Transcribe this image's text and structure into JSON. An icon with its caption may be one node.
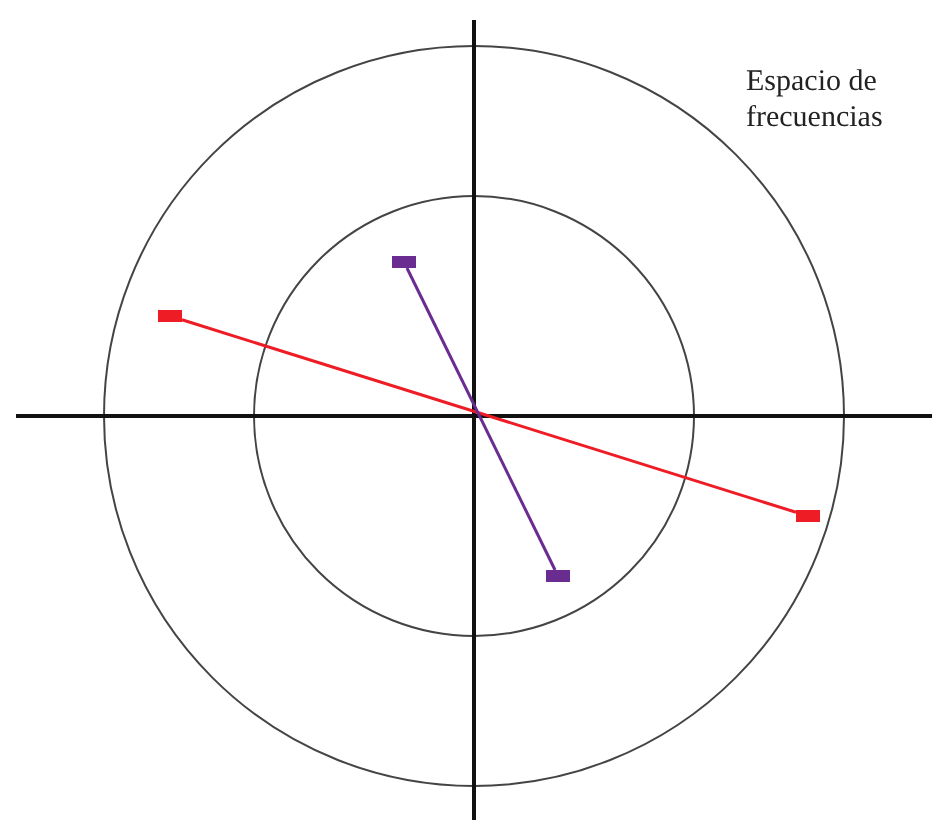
{
  "diagram": {
    "nodes": [
      {
        "text": [],
        "shape": "bar"
      },
      {
        "text": [],
        "shape": "bar"
      },
      {
        "text": [],
        "shape": "bar"
      },
      {
        "text": [],
        "shape": "bar"
      }
    ],
    "edges": [
      {
        "from": 0,
        "to": 3,
        "arrow": "none",
        "color": "#ee1c25"
      },
      {
        "from": 1,
        "to": 2,
        "arrow": "none",
        "color": "#6a2c91"
      }
    ],
    "labels": [
      "Espacio de frecuencias"
    ]
  }
}
